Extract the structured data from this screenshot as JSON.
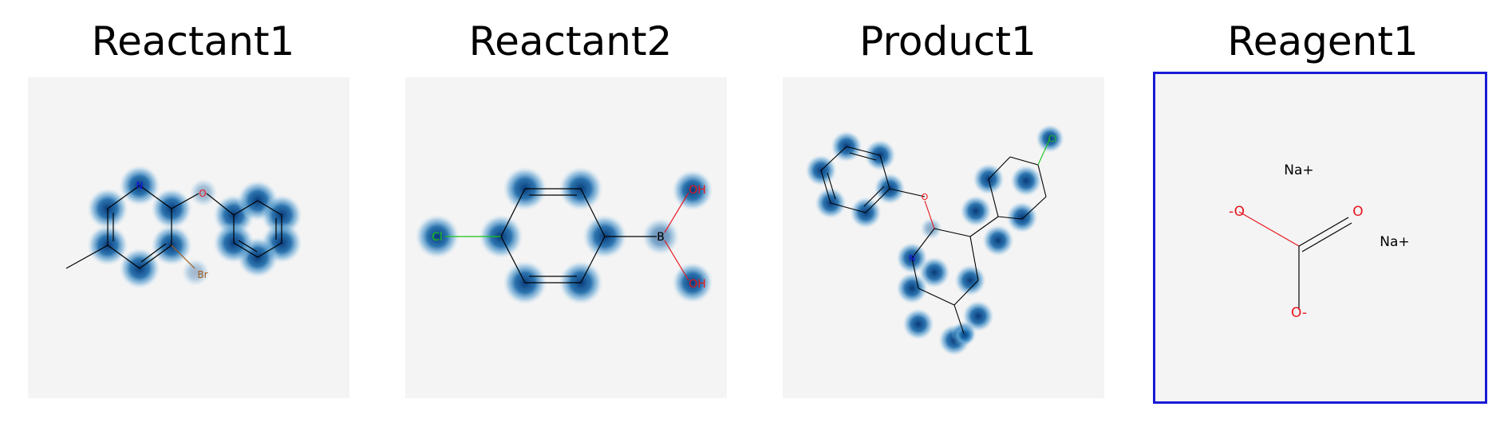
{
  "panels": [
    {
      "title": "Reactant1",
      "atoms": [
        "N",
        "O",
        "Br"
      ],
      "selected": false
    },
    {
      "title": "Reactant2",
      "atoms": [
        "Cl",
        "B",
        "OH",
        "OH"
      ],
      "selected": false
    },
    {
      "title": "Product1",
      "atoms": [
        "N",
        "O",
        "Cl"
      ],
      "selected": false
    },
    {
      "title": "Reagent1",
      "atoms": [
        "Na+",
        "-O",
        "O",
        "O-",
        "Na+"
      ],
      "selected": true
    }
  ],
  "colors": {
    "highlight": "#1f6fb0",
    "selection_border": "#1a1ad6",
    "panel_bg": "#f4f4f4",
    "bond": "#000000",
    "oxygen": "#e8141c",
    "nitrogen": "#1414e6",
    "chlorine": "#19c419",
    "bromine": "#a05a1e"
  }
}
